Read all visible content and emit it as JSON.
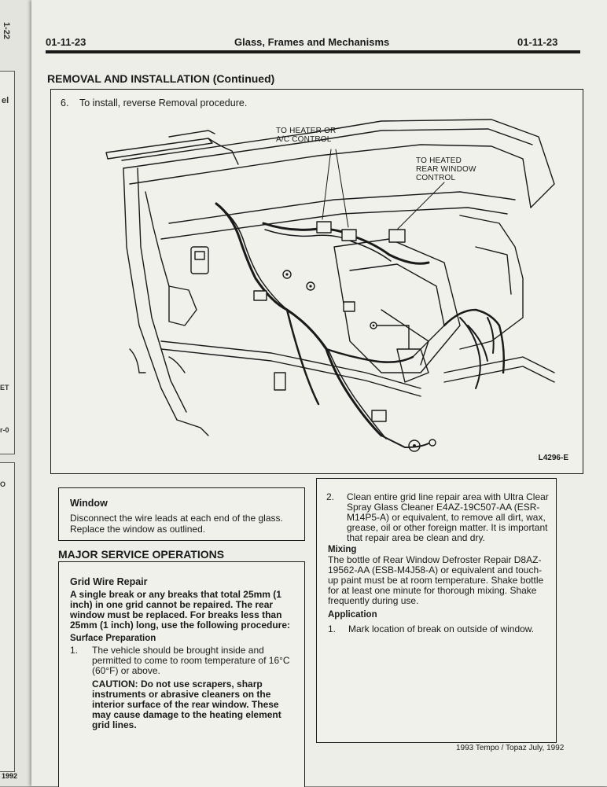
{
  "header": {
    "code_left": "01-11-23",
    "title": "Glass, Frames and Mechanisms",
    "code_right": "01-11-23"
  },
  "section_title": "REMOVAL AND INSTALLATION (Continued)",
  "figure": {
    "step_number": "6.",
    "step_text": "To install, reverse Removal procedure.",
    "callout_heater": [
      "TO HEATER OR",
      "A/C CONTROL"
    ],
    "callout_rear": [
      "TO HEATED",
      "REAR WINDOW",
      "CONTROL"
    ],
    "figure_id": "L4296-E"
  },
  "window": {
    "title": "Window",
    "body": "Disconnect the wire leads at each end of the glass. Replace the window as outlined."
  },
  "major_service": {
    "title": "MAJOR SERVICE OPERATIONS",
    "grid_title": "Grid Wire Repair",
    "grid_intro": "A single break or any breaks that total 25mm (1 inch) in one grid cannot be repaired. The rear window must be replaced. For breaks less than 25mm (1 inch) long, use the following procedure:",
    "surface_title": "Surface Preparation",
    "step1_number": "1.",
    "step1_text": "The vehicle should be brought inside and permitted to come to room temperature of 16°C (60°F) or above.",
    "caution": "CAUTION: Do not use scrapers, sharp instruments or abrasive cleaners on the interior surface of the rear window. These may cause damage to the heating element grid lines."
  },
  "right_column": {
    "step2_number": "2.",
    "step2_text": "Clean entire grid line repair area with Ultra Clear Spray Glass Cleaner E4AZ-19C507-AA (ESR-M14P5-A) or equivalent, to remove all dirt, wax, grease, oil or other foreign matter. It is important that repair area be clean and dry.",
    "mixing_title": "Mixing",
    "mixing_body": "The bottle of Rear Window Defroster Repair D8AZ-19562-AA (ESB-M4J58-A) or equivalent and touch-up paint must be at room temperature. Shake bottle for at least one minute for thorough mixing. Shake frequently during use.",
    "application_title": "Application",
    "app_step_number": "1.",
    "app_step_text": "Mark location of break on outside of window."
  },
  "footer": "1993 Tempo / Topaz July, 1992",
  "edge": {
    "tab_top": "1-22",
    "label_1": "el",
    "label_2": "ET",
    "label_3": "r-0",
    "label_4": "O",
    "year": "1992"
  }
}
